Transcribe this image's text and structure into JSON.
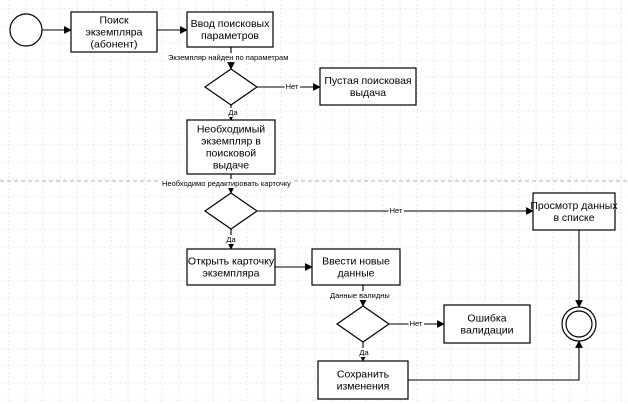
{
  "nodes": {
    "start": {
      "kind": "start-event"
    },
    "find_copy": {
      "kind": "task",
      "lines": [
        "Поиск",
        "экземпляра",
        "(абонент)"
      ]
    },
    "enter_params": {
      "kind": "task",
      "lines": [
        "Ввод поисковых",
        "параметров"
      ]
    },
    "gateway_found": {
      "kind": "gateway"
    },
    "empty_results": {
      "kind": "task",
      "lines": [
        "Пустая поисковая",
        "выдача"
      ]
    },
    "copy_in_results": {
      "kind": "task",
      "lines": [
        "Необходимый",
        "экземпляр в",
        "поисковой",
        "выдаче"
      ]
    },
    "gateway_edit": {
      "kind": "gateway"
    },
    "view_list": {
      "kind": "task",
      "lines": [
        "Просмотр данных",
        "в списке"
      ]
    },
    "open_card": {
      "kind": "task",
      "lines": [
        "Открыть карточку",
        "экземпляра"
      ]
    },
    "enter_data": {
      "kind": "task",
      "lines": [
        "Ввести новые",
        "данные"
      ]
    },
    "gateway_valid": {
      "kind": "gateway"
    },
    "validation_error": {
      "kind": "task",
      "lines": [
        "Ошибка",
        "валидации"
      ]
    },
    "save_changes": {
      "kind": "task",
      "lines": [
        "Сохранить",
        "изменения"
      ]
    },
    "end": {
      "kind": "end-event"
    }
  },
  "edges": [
    {
      "from": "start",
      "to": "find_copy",
      "label": ""
    },
    {
      "from": "find_copy",
      "to": "enter_params",
      "label": ""
    },
    {
      "from": "enter_params",
      "to": "gateway_found",
      "label": "Экземпляр найден по параметрам"
    },
    {
      "from": "gateway_found",
      "to": "empty_results",
      "label": "Нет"
    },
    {
      "from": "gateway_found",
      "to": "copy_in_results",
      "label": "Да"
    },
    {
      "from": "copy_in_results",
      "to": "gateway_edit",
      "label": "Необходимо редактировать карточку"
    },
    {
      "from": "gateway_edit",
      "to": "view_list",
      "label": "Нет"
    },
    {
      "from": "gateway_edit",
      "to": "open_card",
      "label": "Да"
    },
    {
      "from": "open_card",
      "to": "enter_data",
      "label": ""
    },
    {
      "from": "enter_data",
      "to": "gateway_valid",
      "label": "Данные валидны"
    },
    {
      "from": "gateway_valid",
      "to": "validation_error",
      "label": "Нет"
    },
    {
      "from": "gateway_valid",
      "to": "save_changes",
      "label": "Да"
    },
    {
      "from": "save_changes",
      "to": "end",
      "label": ""
    },
    {
      "from": "view_list",
      "to": "end",
      "label": ""
    }
  ],
  "colors": {
    "stroke": "#000000",
    "background": "#ffffff",
    "grid": "#d9d9d9",
    "lane_divider": "#b0b0b0"
  }
}
